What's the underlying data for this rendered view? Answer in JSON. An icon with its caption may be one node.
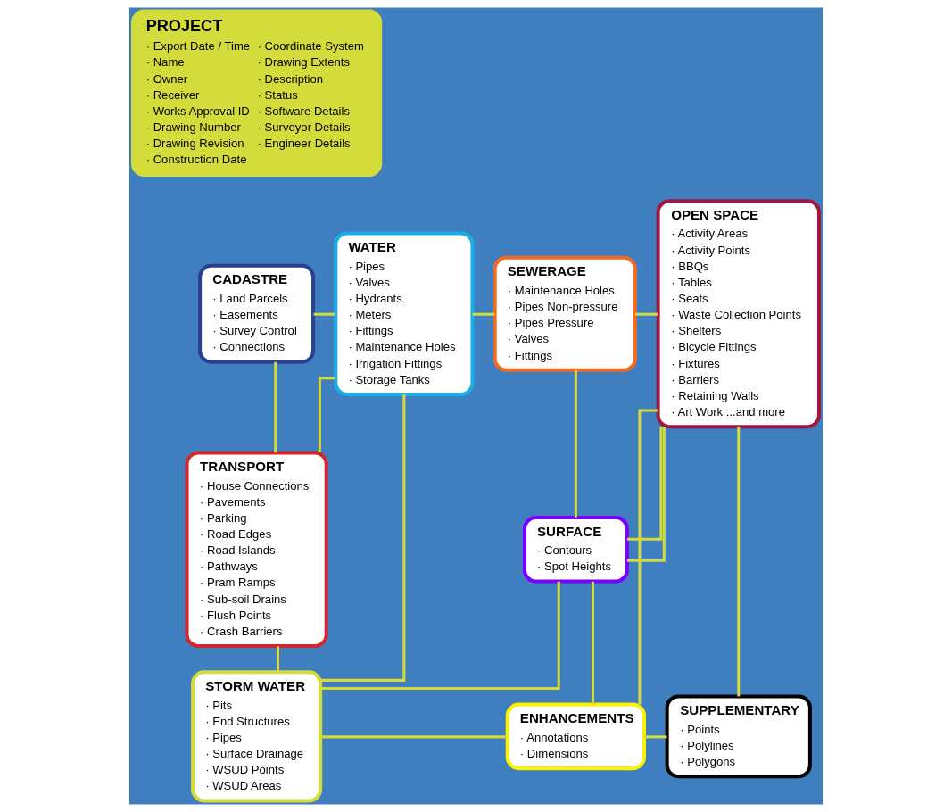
{
  "diagram": {
    "nodes": [
      {
        "text": [
          "PROJECT",
          "· Export Date / Time",
          "· Name",
          "· Owner",
          "· Receiver",
          "· Works Approval ID",
          "· Drawing Number",
          "· Drawing Revision",
          "· Construction Date",
          "· Coordinate System",
          "· Drawing Extents",
          "· Description",
          "· Status",
          "· Software Details",
          "· Surveyor Details",
          "· Engineer Details"
        ]
      },
      {
        "text": [
          "CADASTRE",
          "· Land Parcels",
          "· Easements",
          "· Survey Control",
          "· Connections"
        ]
      },
      {
        "text": [
          "WATER",
          "· Pipes",
          "· Valves",
          "· Hydrants",
          "· Meters",
          "· Fittings",
          "· Maintenance Holes",
          "· Irrigation Fittings",
          "· Storage Tanks"
        ]
      },
      {
        "text": [
          "SEWERAGE",
          "· Maintenance Holes",
          "· Pipes Non-pressure",
          "· Pipes Pressure",
          "· Valves",
          "· Fittings"
        ]
      },
      {
        "text": [
          "OPEN SPACE",
          "· Activity Areas",
          "· Activity Points",
          "· BBQs",
          "· Tables",
          "· Seats",
          "· Waste Collection Points",
          "· Shelters",
          "· Bicycle Fittings",
          "· Fixtures",
          "· Barriers",
          "· Retaining Walls",
          "· Art Work ...and more"
        ]
      },
      {
        "text": [
          "TRANSPORT",
          "· House Connections",
          "· Pavements",
          "· Parking",
          "· Road Edges",
          "· Road Islands",
          "· Pathways",
          "· Pram Ramps",
          "· Sub-soil Drains",
          "· Flush Points",
          "· Crash Barriers"
        ]
      },
      {
        "text": [
          "SURFACE",
          "· Contours",
          "· Spot Heights"
        ]
      },
      {
        "text": [
          "STORM WATER",
          "· Pits",
          "· End Structures",
          "· Pipes",
          "· Surface Drainage",
          "· WSUD Points",
          "· WSUD Areas"
        ]
      },
      {
        "text": [
          "ENHANCEMENTS",
          "· Annotations",
          "· Dimensions"
        ]
      },
      {
        "text": [
          "SUPPLEMENTARY",
          "· Points",
          "· Polylines",
          "· Polygons"
        ]
      }
    ],
    "edges": [
      {
        "from": 1,
        "to": 2,
        "arrow": "none"
      },
      {
        "from": 1,
        "to": 5,
        "arrow": "none"
      },
      {
        "from": 5,
        "to": 2,
        "arrow": "none"
      },
      {
        "from": 2,
        "to": 3,
        "arrow": "none"
      },
      {
        "from": 3,
        "to": 4,
        "arrow": "none"
      },
      {
        "from": 2,
        "to": 7,
        "arrow": "none"
      },
      {
        "from": 3,
        "to": 6,
        "arrow": "none"
      },
      {
        "from": 6,
        "to": 4,
        "arrow": "none"
      },
      {
        "from": 7,
        "to": 6,
        "arrow": "none"
      },
      {
        "from": 6,
        "to": 4,
        "arrow": "none"
      },
      {
        "from": 5,
        "to": 7,
        "arrow": "none"
      },
      {
        "from": 7,
        "to": 8,
        "arrow": "none"
      },
      {
        "from": 6,
        "to": 8,
        "arrow": "none"
      },
      {
        "from": 8,
        "to": 4,
        "arrow": "none"
      },
      {
        "from": 4,
        "to": 9,
        "arrow": "none"
      },
      {
        "from": 8,
        "to": 9,
        "arrow": "none"
      }
    ]
  }
}
